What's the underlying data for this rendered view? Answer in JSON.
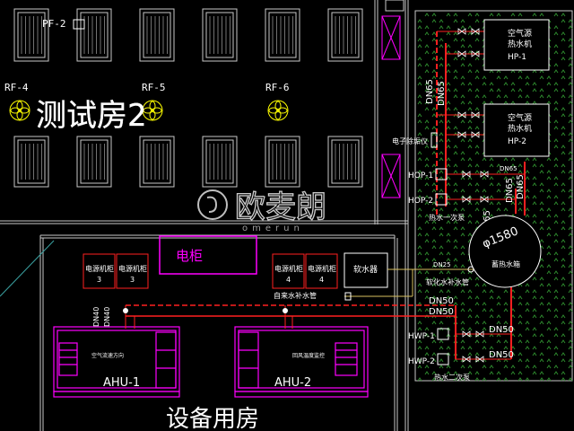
{
  "colors": {
    "background": "#000000",
    "wall": "#c8c8c8",
    "equipment": "#c8c8c8",
    "pipe_red": "#ff2020",
    "pipe_yellow": "#d8c060",
    "magenta": "#ff00ff",
    "green_cell": "#2e8b2e",
    "text_white": "#ffffff",
    "text_yellow": "#ffff00"
  },
  "rooms": {
    "test_room": "测试房2",
    "equipment_room": "设备用房"
  },
  "labels": {
    "pf2": "PF-2",
    "rf4": "RF-4",
    "rf5": "RF-5",
    "rf6": "RF-6",
    "cabinet": "电柜",
    "power_cab_3a_line1": "电源机柜",
    "power_cab_3a_line2": "3",
    "power_cab_3b_line1": "电源机柜",
    "power_cab_3b_line2": "3",
    "power_cab_4a_line1": "电源机柜",
    "power_cab_4a_line2": "4",
    "power_cab_4b_line1": "电源机柜",
    "power_cab_4b_line2": "4",
    "softener": "软水器",
    "ahu1": "AHU-1",
    "ahu2": "AHU-2",
    "ahu1_note": "空气流速方向",
    "ahu2_note": "回风温度监控",
    "dn40_a": "DN40",
    "dn40_b": "DN40",
    "dn25": "DN25",
    "softened_makeup": "软化水补水管",
    "tap_makeup": "自来水补水管",
    "dn50_a": "DN50",
    "dn50_b": "DN50",
    "dn65_left_a": "DN65",
    "dn65_left_b": "DN65",
    "dn65_small": "DN65",
    "dn65_v1": "DN65",
    "dn65_v2": "DN65",
    "dn65_v3": "DN65",
    "descaler": "电子除垢仪",
    "hop1": "HOP-1",
    "hop2": "HOP-2",
    "primary_pump": "热水一次泵",
    "tank_diameter": "φ1580",
    "tank_label": "蓄热水箱",
    "hwp1": "HWP-1",
    "hwp2": "HWP-2",
    "dn50_hwp1": "DN50",
    "dn50_hwp2": "DN50",
    "secondary_pump": "热水二次泵",
    "hp1_line1": "空气源",
    "hp1_line2": "热水机",
    "hp1_line3": "HP-1",
    "hp2_line1": "空气源",
    "hp2_line2": "热水机",
    "hp2_line3": "HP-2",
    "wm_cn": "欧麦朗",
    "wm_en": "omerun"
  }
}
